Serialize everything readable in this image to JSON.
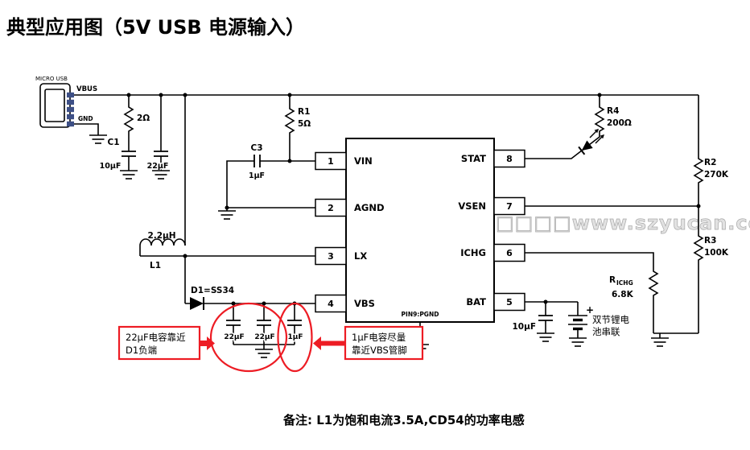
{
  "title": "典型应用图（5V USB 电源输入）",
  "note": "备注: L1为饱和电流3.5A,CD54的功率电感",
  "watermark": "□□□□www.szyucan.com",
  "usb": {
    "label": "MICRO USB",
    "vbus": "VBUS",
    "gnd": "GND"
  },
  "parts": {
    "rin": "2Ω",
    "c1": "C1",
    "c1v": "10μF",
    "cin2": "22μF",
    "c3": "C3",
    "c3v": "1μF",
    "r1": "R1",
    "r1v": "5Ω",
    "l1v": "2.2μH",
    "l1": "L1",
    "d1": "D1=SS34",
    "co1": "22μF",
    "co2": "22μF",
    "co3": "1μF",
    "r4": "R4",
    "r4v": "200Ω",
    "r2": "R2",
    "r2v": "270K",
    "r3": "R3",
    "r3v": "100K",
    "richg_r": "R",
    "richg_sub": "ICHG",
    "richgv": "6.8K",
    "cbat": "10μF",
    "plus": "+",
    "bat1": "双节锂电",
    "bat2": "池串联"
  },
  "ic": {
    "pins_left": [
      {
        "num": "1",
        "name": "VIN"
      },
      {
        "num": "2",
        "name": "AGND"
      },
      {
        "num": "3",
        "name": "LX"
      },
      {
        "num": "4",
        "name": "VBS"
      }
    ],
    "pins_right": [
      {
        "num": "8",
        "name": "STAT"
      },
      {
        "num": "7",
        "name": "VSEN"
      },
      {
        "num": "6",
        "name": "ICHG"
      },
      {
        "num": "5",
        "name": "BAT"
      }
    ],
    "pgnd": "PIN9:PGND"
  },
  "callouts": {
    "left1": "22μF电容靠近",
    "left2": "D1负端",
    "right1": "1μF电容尽量",
    "right2": "靠近VBS管脚"
  }
}
